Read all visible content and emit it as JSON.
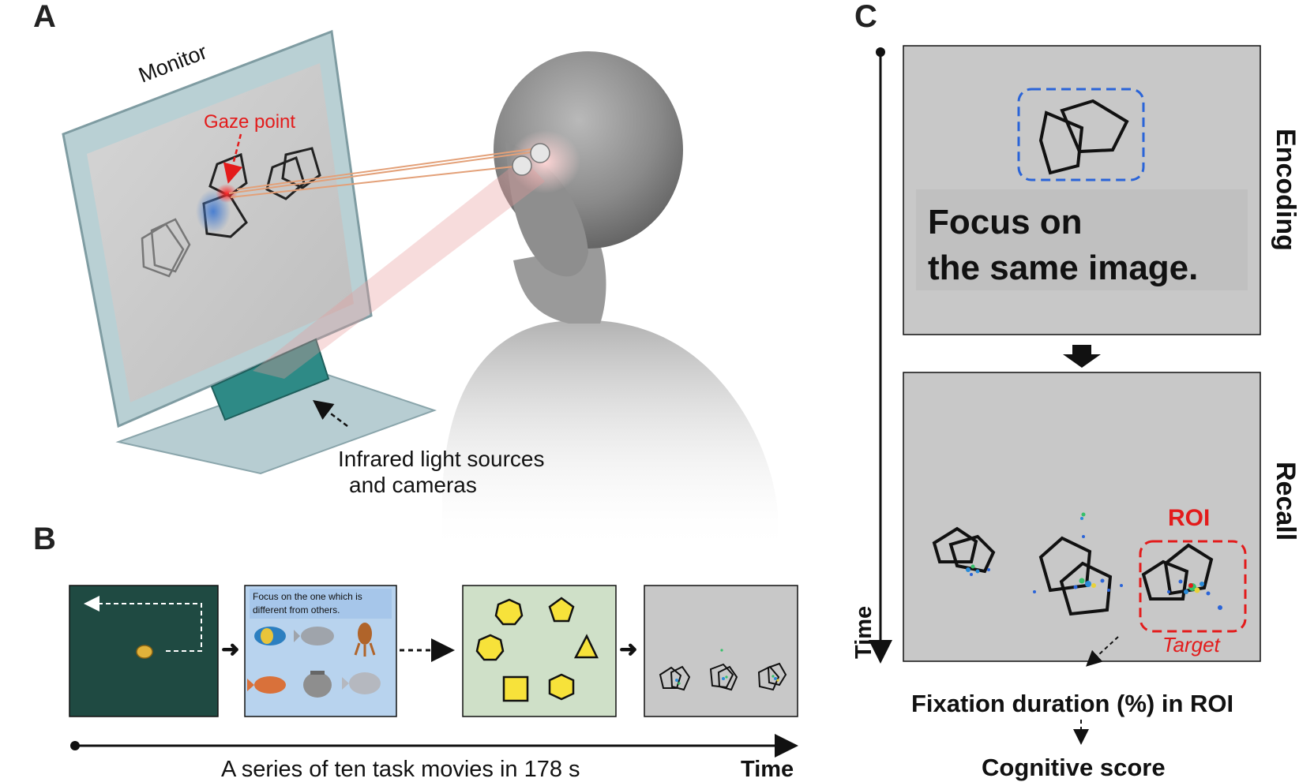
{
  "panels": {
    "a": "A",
    "b": "B",
    "c": "C"
  },
  "panel_a": {
    "monitor_label": "Monitor",
    "gaze_label": "Gaze point",
    "infrared_line1": "Infrared light sources",
    "infrared_line2": "and cameras"
  },
  "panel_b": {
    "instruction_text_1": "Focus on the one which is",
    "instruction_text_2": "different from others.",
    "timeline_label": "A series of ten task movies in 178 s",
    "time_label": "Time"
  },
  "panel_c": {
    "encoding_text_1": "Focus on",
    "encoding_text_2": "the same image.",
    "encoding_label": "Encoding",
    "recall_label": "Recall",
    "roi_label": "ROI",
    "target_label": "Target",
    "time_label": "Time",
    "fixation_label": "Fixation duration (%) in ROI",
    "cognitive_label": "Cognitive score"
  },
  "colors": {
    "gaze_red": "#e31b1b",
    "roi_red": "#e31b1b",
    "encoding_box_blue": "#2a64d8",
    "screen_gray": "#c8c8c8",
    "b_dark_green": "#1f4a42",
    "b_light_blue": "#b8d3ee",
    "b_light_green": "#cfe0c8",
    "shape_yellow": "#f7e23a"
  }
}
